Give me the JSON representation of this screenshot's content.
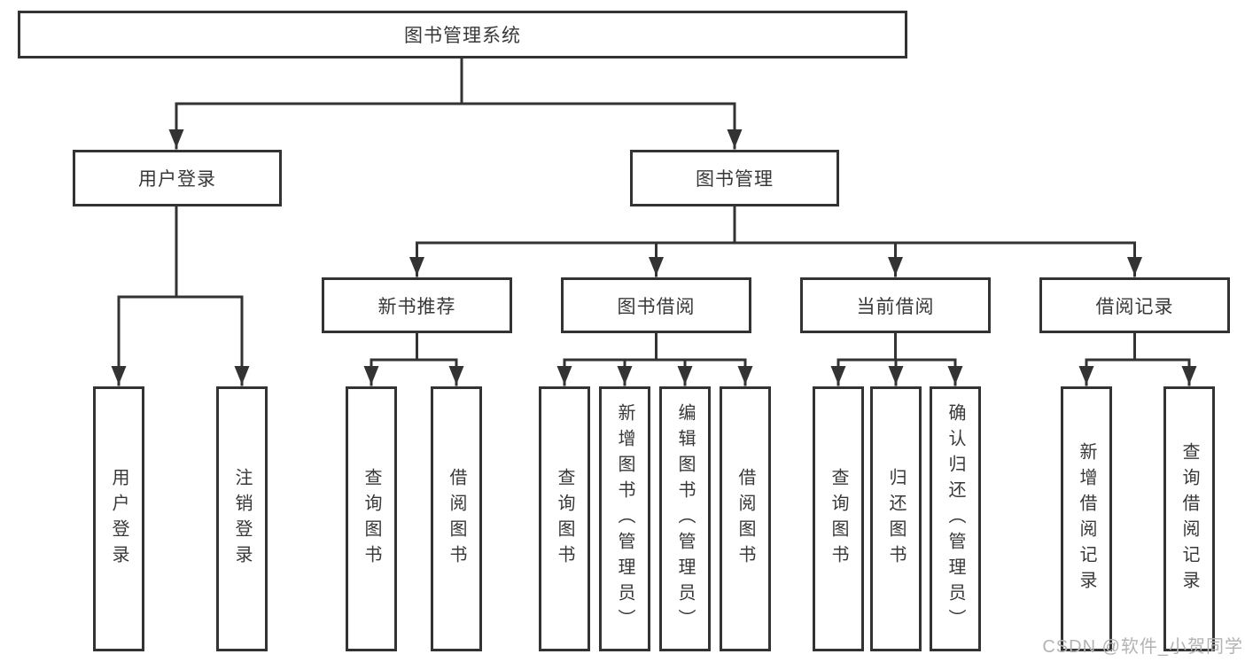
{
  "diagram": {
    "root": {
      "label": "图书管理系统"
    },
    "branches": [
      {
        "label": "用户登录",
        "children": [
          {
            "label": "用户登录"
          },
          {
            "label": "注销登录"
          }
        ]
      },
      {
        "label": "图书管理",
        "children": [
          {
            "label": "新书推荐",
            "children": [
              {
                "label": "查询图书"
              },
              {
                "label": "借阅图书"
              }
            ]
          },
          {
            "label": "图书借阅",
            "children": [
              {
                "label": "查询图书"
              },
              {
                "label": "新增图书（管理员）"
              },
              {
                "label": "编辑图书（管理员）"
              },
              {
                "label": "借阅图书"
              }
            ]
          },
          {
            "label": "当前借阅",
            "children": [
              {
                "label": "查询图书"
              },
              {
                "label": "归还图书"
              },
              {
                "label": "确认归还（管理员）"
              }
            ]
          },
          {
            "label": "借阅记录",
            "children": [
              {
                "label": "新增借阅记录"
              },
              {
                "label": "查询借阅记录"
              }
            ]
          }
        ]
      }
    ],
    "line_color": "#333333"
  },
  "watermark": {
    "text": "CSDN @软件_小贺同学"
  }
}
